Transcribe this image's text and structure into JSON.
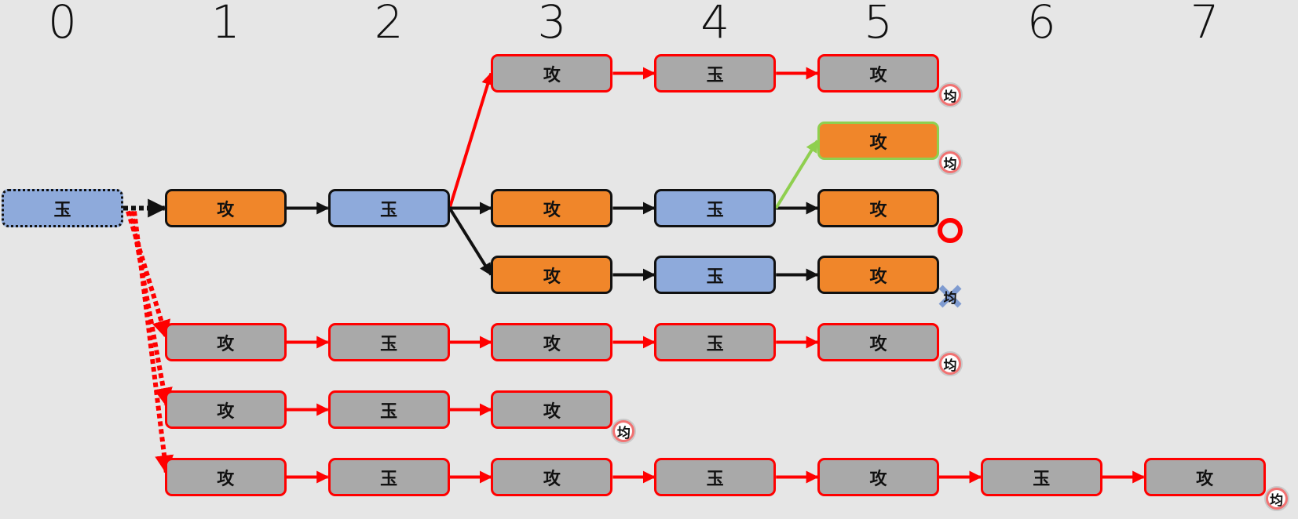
{
  "columns": [
    "0",
    "1",
    "2",
    "3",
    "4",
    "5",
    "6",
    "7"
  ],
  "piece_labels": {
    "attack": "攻",
    "king": "玉"
  },
  "badge_labels": {
    "draw": "均",
    "win": "",
    "lose": "均"
  },
  "colors": {
    "red": "#ff0000",
    "black": "#111111",
    "green": "#8fcf4f",
    "gray": "#a9a9a9",
    "orange": "#f0862a",
    "blue": "#8eaadb"
  },
  "nodes": [
    {
      "id": "root",
      "col": 0,
      "row": 2,
      "label": "玉",
      "style": "blue",
      "dotted": true
    },
    {
      "id": "m1",
      "col": 1,
      "row": 2,
      "label": "攻",
      "style": "orange"
    },
    {
      "id": "m2",
      "col": 2,
      "row": 2,
      "label": "玉",
      "style": "blue"
    },
    {
      "id": "a3",
      "col": 3,
      "row": 0,
      "label": "攻",
      "style": "gray"
    },
    {
      "id": "a4",
      "col": 4,
      "row": 0,
      "label": "玉",
      "style": "gray"
    },
    {
      "id": "a5",
      "col": 5,
      "row": 0,
      "label": "攻",
      "style": "gray",
      "result": "draw"
    },
    {
      "id": "g5",
      "col": 5,
      "row": 1,
      "label": "攻",
      "style": "orange",
      "green": true,
      "result": "draw"
    },
    {
      "id": "b3",
      "col": 3,
      "row": 2,
      "label": "攻",
      "style": "orange"
    },
    {
      "id": "b4",
      "col": 4,
      "row": 2,
      "label": "玉",
      "style": "blue"
    },
    {
      "id": "b5",
      "col": 5,
      "row": 2,
      "label": "攻",
      "style": "orange",
      "result": "win"
    },
    {
      "id": "c3",
      "col": 3,
      "row": 3,
      "label": "攻",
      "style": "orange"
    },
    {
      "id": "c4",
      "col": 4,
      "row": 3,
      "label": "玉",
      "style": "blue"
    },
    {
      "id": "c5",
      "col": 5,
      "row": 3,
      "label": "攻",
      "style": "orange",
      "result": "lose"
    },
    {
      "id": "d1",
      "col": 1,
      "row": 4,
      "label": "攻",
      "style": "gray"
    },
    {
      "id": "d2",
      "col": 2,
      "row": 4,
      "label": "玉",
      "style": "gray"
    },
    {
      "id": "d3",
      "col": 3,
      "row": 4,
      "label": "攻",
      "style": "gray"
    },
    {
      "id": "d4",
      "col": 4,
      "row": 4,
      "label": "玉",
      "style": "gray"
    },
    {
      "id": "d5",
      "col": 5,
      "row": 4,
      "label": "攻",
      "style": "gray",
      "result": "draw"
    },
    {
      "id": "e1",
      "col": 1,
      "row": 5,
      "label": "攻",
      "style": "gray"
    },
    {
      "id": "e2",
      "col": 2,
      "row": 5,
      "label": "玉",
      "style": "gray"
    },
    {
      "id": "e3",
      "col": 3,
      "row": 5,
      "label": "攻",
      "style": "gray",
      "result": "draw"
    },
    {
      "id": "f1",
      "col": 1,
      "row": 6,
      "label": "攻",
      "style": "gray"
    },
    {
      "id": "f2",
      "col": 2,
      "row": 6,
      "label": "玉",
      "style": "gray"
    },
    {
      "id": "f3",
      "col": 3,
      "row": 6,
      "label": "攻",
      "style": "gray"
    },
    {
      "id": "f4",
      "col": 4,
      "row": 6,
      "label": "玉",
      "style": "gray"
    },
    {
      "id": "f5",
      "col": 5,
      "row": 6,
      "label": "攻",
      "style": "gray"
    },
    {
      "id": "f6",
      "col": 6,
      "row": 6,
      "label": "玉",
      "style": "gray"
    },
    {
      "id": "f7",
      "col": 7,
      "row": 6,
      "label": "攻",
      "style": "gray",
      "result": "draw"
    }
  ],
  "edges": [
    {
      "from": "root",
      "to": "m1",
      "color": "black",
      "dash": true
    },
    {
      "from": "m1",
      "to": "m2",
      "color": "black"
    },
    {
      "from": "m2",
      "to": "a3",
      "color": "red"
    },
    {
      "from": "a3",
      "to": "a4",
      "color": "red"
    },
    {
      "from": "a4",
      "to": "a5",
      "color": "red"
    },
    {
      "from": "m2",
      "to": "b3",
      "color": "black"
    },
    {
      "from": "b3",
      "to": "b4",
      "color": "black"
    },
    {
      "from": "b4",
      "to": "b5",
      "color": "black"
    },
    {
      "from": "b4",
      "to": "g5",
      "color": "green"
    },
    {
      "from": "m2",
      "to": "c3",
      "color": "black"
    },
    {
      "from": "c3",
      "to": "c4",
      "color": "black"
    },
    {
      "from": "c4",
      "to": "c5",
      "color": "black"
    },
    {
      "from": "root",
      "to": "d1",
      "color": "red",
      "dash": true
    },
    {
      "from": "d1",
      "to": "d2",
      "color": "red"
    },
    {
      "from": "d2",
      "to": "d3",
      "color": "red"
    },
    {
      "from": "d3",
      "to": "d4",
      "color": "red"
    },
    {
      "from": "d4",
      "to": "d5",
      "color": "red"
    },
    {
      "from": "root",
      "to": "e1",
      "color": "red",
      "dash": true
    },
    {
      "from": "e1",
      "to": "e2",
      "color": "red"
    },
    {
      "from": "e2",
      "to": "e3",
      "color": "red"
    },
    {
      "from": "root",
      "to": "f1",
      "color": "red",
      "dash": true
    },
    {
      "from": "f1",
      "to": "f2",
      "color": "red"
    },
    {
      "from": "f2",
      "to": "f3",
      "color": "red"
    },
    {
      "from": "f3",
      "to": "f4",
      "color": "red"
    },
    {
      "from": "f4",
      "to": "f5",
      "color": "red"
    },
    {
      "from": "f5",
      "to": "f6",
      "color": "red"
    },
    {
      "from": "f6",
      "to": "f7",
      "color": "red"
    }
  ]
}
